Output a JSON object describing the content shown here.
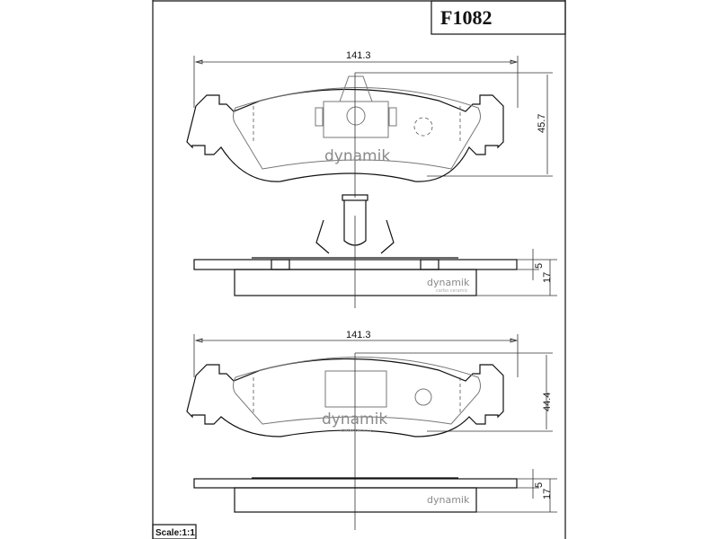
{
  "part_number": "F1082",
  "top_view": {
    "width_label": "141.3",
    "height_label": "45.7"
  },
  "side_view_1": {
    "backplate_label": "5",
    "total_label": "17"
  },
  "bottom_view": {
    "width_label": "141.3",
    "height_label": "44.4"
  },
  "side_view_2": {
    "backplate_label": "5",
    "total_label": "17"
  },
  "watermark": {
    "brand": "dynamik",
    "tagline": "carbo ceramic"
  },
  "scale_label": "Scale:1:1"
}
